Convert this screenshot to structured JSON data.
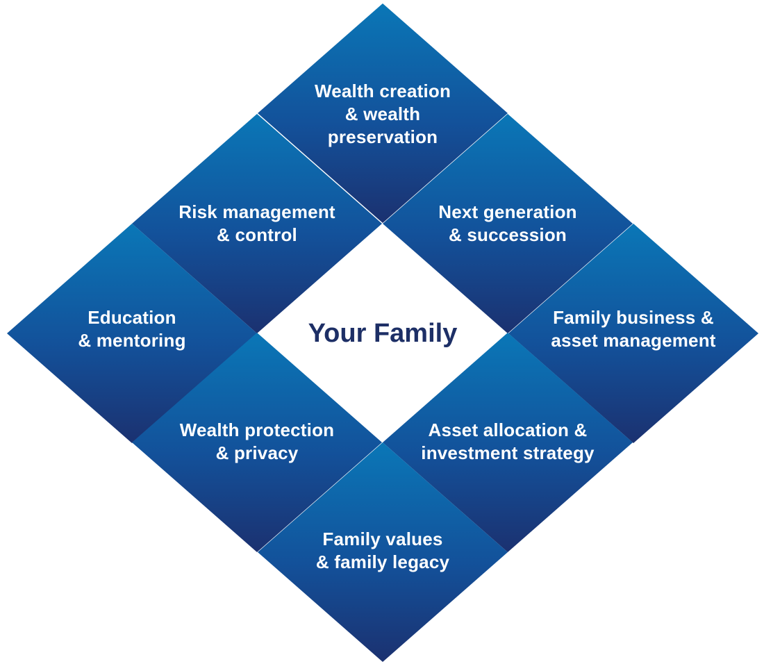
{
  "center": {
    "title": "Your Family"
  },
  "colors": {
    "tile_top": "#0a77b7",
    "tile_bottom": "#1b3170",
    "center_text": "#1d2f66",
    "label_text": "#ffffff",
    "background": "#ffffff"
  },
  "tiles": [
    {
      "id": "wealth-creation",
      "lines": [
        "Wealth creation",
        "& wealth",
        "preservation"
      ]
    },
    {
      "id": "risk-management",
      "lines": [
        "Risk management",
        "& control"
      ]
    },
    {
      "id": "next-generation",
      "lines": [
        "Next generation",
        "& succession"
      ]
    },
    {
      "id": "education",
      "lines": [
        "Education",
        "& mentoring"
      ]
    },
    {
      "id": "family-business",
      "lines": [
        "Family business &",
        "asset management"
      ]
    },
    {
      "id": "wealth-protection",
      "lines": [
        "Wealth protection",
        "& privacy"
      ]
    },
    {
      "id": "asset-allocation",
      "lines": [
        "Asset allocation &",
        "investment strategy"
      ]
    },
    {
      "id": "family-values",
      "lines": [
        "Family values",
        "& family legacy"
      ]
    }
  ]
}
